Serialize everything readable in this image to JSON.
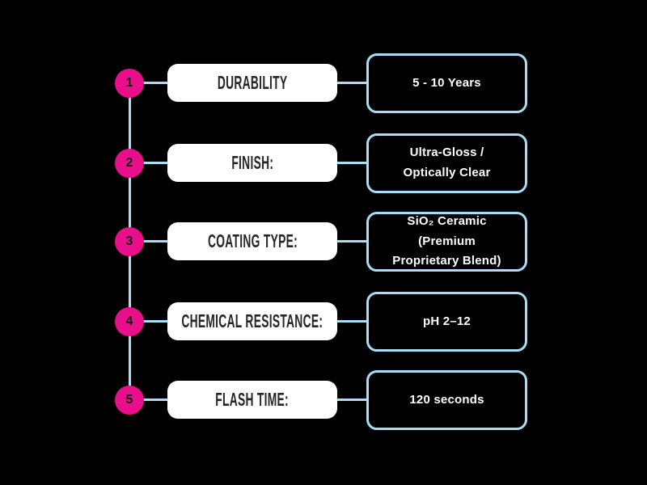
{
  "diagram": {
    "title_semantic": "ceramic-coating-specs",
    "colors": {
      "background": "#000000",
      "accent_pink": "#E90F8B",
      "connector_blue": "#A9DCF5",
      "label_box_fill": "#FFFFFF",
      "label_text": "#262626",
      "value_text": "#FFFFFF"
    },
    "rows": [
      {
        "number": "1",
        "label": "DURABILITY",
        "value": "5 - 10 Years"
      },
      {
        "number": "2",
        "label": "FINISH:",
        "value": "Ultra-Gloss /\nOptically Clear"
      },
      {
        "number": "3",
        "label": "COATING TYPE:",
        "value": "SiO₂ Ceramic (Premium\nProprietary Blend)"
      },
      {
        "number": "4",
        "label": "CHEMICAL RESISTANCE:",
        "value": "pH 2–12"
      },
      {
        "number": "5",
        "label": "FLASH TIME:",
        "value": "120 seconds"
      }
    ]
  }
}
